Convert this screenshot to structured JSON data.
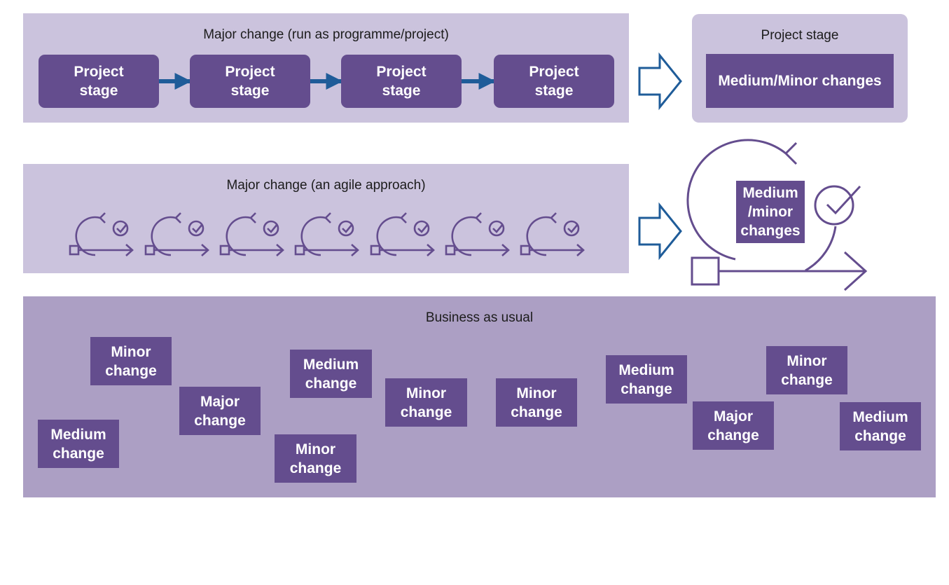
{
  "colors": {
    "panel_light": "#cbc3dd",
    "panel_mid": "#ac9fc4",
    "box_purple": "#644d8e",
    "connector_blue": "#1f5c99",
    "big_arrow_blue": "#1f5c99",
    "icon_purple": "#644d8e"
  },
  "project_panel": {
    "title": "Major change (run as programme/project)",
    "stages": [
      "Project\nstage",
      "Project\nstage",
      "Project\nstage",
      "Project\nstage"
    ]
  },
  "project_stage_panel": {
    "title": "Project stage",
    "box": "Medium/Minor changes"
  },
  "agile_panel": {
    "title": "Major change (an agile approach)",
    "icon": "agile-iteration-icon",
    "icon_count": 7
  },
  "agile_cycle": {
    "icon": "agile-cycle-icon",
    "box": "Medium\n/minor\nchanges"
  },
  "bau_panel": {
    "title": "Business as usual",
    "changes": [
      "Minor\nchange",
      "Medium\nchange",
      "Major\nchange",
      "Medium\nchange",
      "Minor\nchange",
      "Minor\nchange",
      "Minor\nchange",
      "Medium\nchange",
      "Minor\nchange",
      "Major\nchange",
      "Medium\nchange"
    ]
  },
  "icons": {
    "flow_arrow_1": "hollow-right-arrow-icon",
    "flow_arrow_2": "hollow-right-arrow-icon"
  }
}
